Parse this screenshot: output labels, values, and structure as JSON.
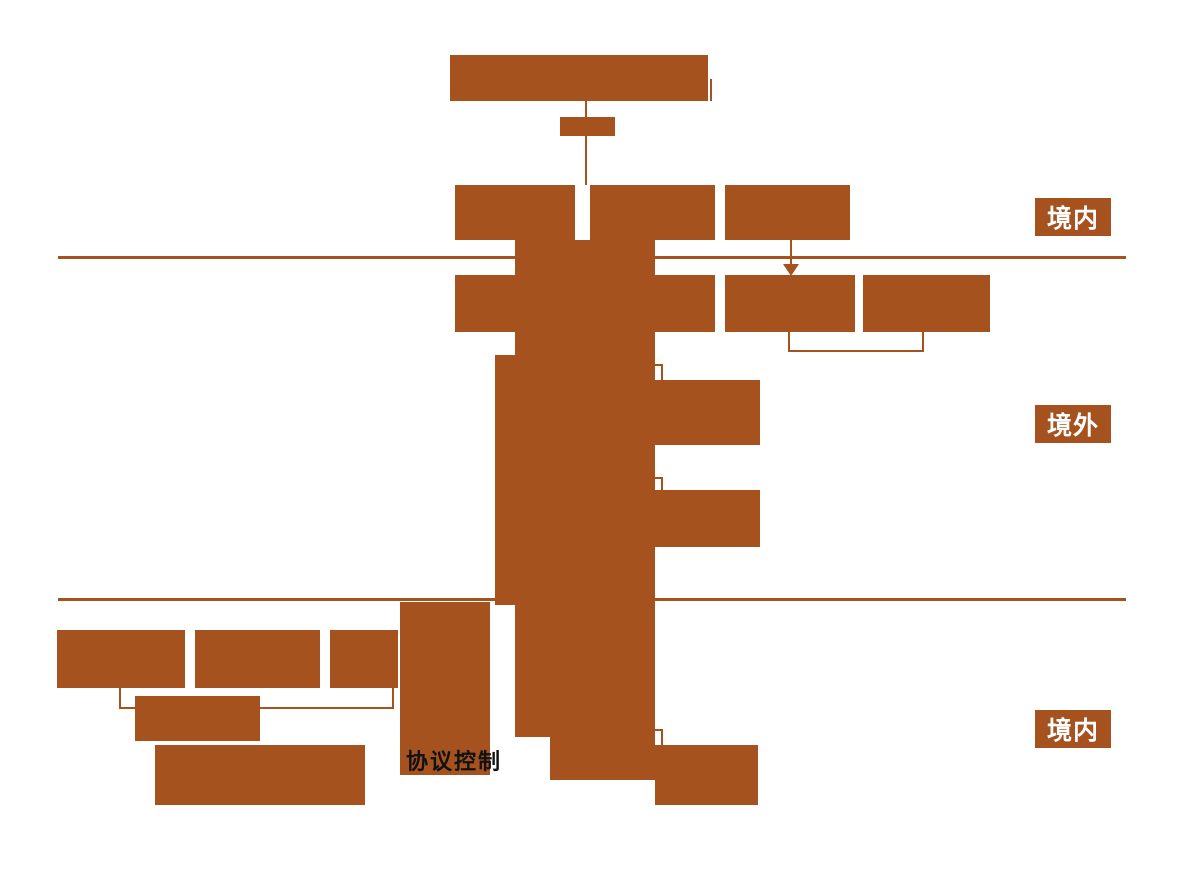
{
  "diagram": {
    "type": "equity-structure-diagram",
    "region_labels": {
      "top": "境内",
      "middle": "境外",
      "bottom": "境内"
    },
    "annotation": {
      "contractual_control": "协议控制"
    },
    "colors": {
      "shape": "#a5521f",
      "divider_line": "#a5521f",
      "region_label_background": "#a5521f",
      "region_label_text": "#ffffff",
      "annotation_text": "#111111",
      "canvas_background": "#ffffff"
    }
  }
}
